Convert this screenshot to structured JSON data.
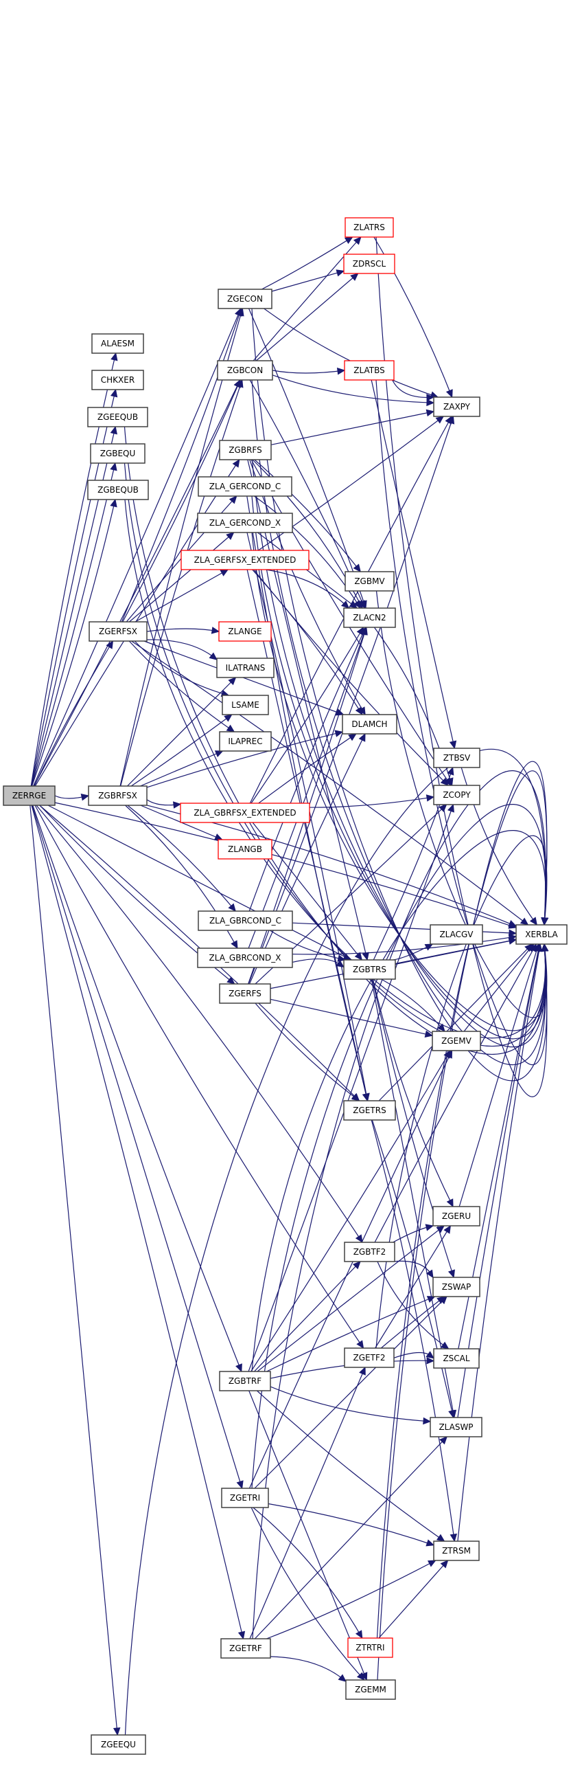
{
  "graph": {
    "title": "ZERRGE call graph",
    "colors": {
      "edge": "#191970",
      "node_border": "#404040",
      "incomplete_border": "#ff0000",
      "root_fill": "#bfbfbf"
    },
    "nodes": [
      {
        "id": "ZERRGE",
        "label": "ZERRGE",
        "root": true
      },
      {
        "id": "ALAESM",
        "label": "ALAESM"
      },
      {
        "id": "CHKXER",
        "label": "CHKXER"
      },
      {
        "id": "ZGEEQUB",
        "label": "ZGEEQUB"
      },
      {
        "id": "ZGBEQU",
        "label": "ZGBEQU"
      },
      {
        "id": "ZGBEQUB",
        "label": "ZGBEQUB"
      },
      {
        "id": "ZGERFSX",
        "label": "ZGERFSX"
      },
      {
        "id": "ZGBRFSX",
        "label": "ZGBRFSX"
      },
      {
        "id": "ZGEEQU",
        "label": "ZGEEQU"
      },
      {
        "id": "ZGECON",
        "label": "ZGECON"
      },
      {
        "id": "ZGBCON",
        "label": "ZGBCON"
      },
      {
        "id": "ZGBRFS",
        "label": "ZGBRFS"
      },
      {
        "id": "ZLA_GERCOND_C",
        "label": "ZLA_GERCOND_C"
      },
      {
        "id": "ZLA_GERCOND_X",
        "label": "ZLA_GERCOND_X"
      },
      {
        "id": "ZLA_GERFSX_EXTENDED",
        "label": "ZLA_GERFSX_EXTENDED",
        "incomplete": true
      },
      {
        "id": "ZLANGE",
        "label": "ZLANGE",
        "incomplete": true
      },
      {
        "id": "ILATRANS",
        "label": "ILATRANS"
      },
      {
        "id": "LSAME",
        "label": "LSAME"
      },
      {
        "id": "ILAPREC",
        "label": "ILAPREC"
      },
      {
        "id": "ZLA_GBRFSX_EXTENDED",
        "label": "ZLA_GBRFSX_EXTENDED",
        "incomplete": true
      },
      {
        "id": "ZLANGB",
        "label": "ZLANGB",
        "incomplete": true
      },
      {
        "id": "ZLA_GBRCOND_C",
        "label": "ZLA_GBRCOND_C"
      },
      {
        "id": "ZLA_GBRCOND_X",
        "label": "ZLA_GBRCOND_X"
      },
      {
        "id": "ZGERFS",
        "label": "ZGERFS"
      },
      {
        "id": "ZGBTRF",
        "label": "ZGBTRF"
      },
      {
        "id": "ZGETRI",
        "label": "ZGETRI"
      },
      {
        "id": "ZGETRF",
        "label": "ZGETRF"
      },
      {
        "id": "ZLATRS",
        "label": "ZLATRS",
        "incomplete": true
      },
      {
        "id": "ZDRSCL",
        "label": "ZDRSCL",
        "incomplete": true
      },
      {
        "id": "ZLATBS",
        "label": "ZLATBS",
        "incomplete": true
      },
      {
        "id": "ZGBMV",
        "label": "ZGBMV"
      },
      {
        "id": "ZLACN2",
        "label": "ZLACN2"
      },
      {
        "id": "DLAMCH",
        "label": "DLAMCH"
      },
      {
        "id": "ZGBTRS",
        "label": "ZGBTRS"
      },
      {
        "id": "ZGETRS",
        "label": "ZGETRS"
      },
      {
        "id": "ZGBTF2",
        "label": "ZGBTF2"
      },
      {
        "id": "ZGETF2",
        "label": "ZGETF2"
      },
      {
        "id": "ZTRTRI",
        "label": "ZTRTRI",
        "incomplete": true
      },
      {
        "id": "ZGEMM",
        "label": "ZGEMM"
      },
      {
        "id": "ZAXPY",
        "label": "ZAXPY"
      },
      {
        "id": "ZTBSV",
        "label": "ZTBSV"
      },
      {
        "id": "ZCOPY",
        "label": "ZCOPY"
      },
      {
        "id": "ZLACGV",
        "label": "ZLACGV"
      },
      {
        "id": "ZGEMV",
        "label": "ZGEMV"
      },
      {
        "id": "ZGERU",
        "label": "ZGERU"
      },
      {
        "id": "ZSWAP",
        "label": "ZSWAP"
      },
      {
        "id": "ZSCAL",
        "label": "ZSCAL"
      },
      {
        "id": "ZLASWP",
        "label": "ZLASWP"
      },
      {
        "id": "ZTRSM",
        "label": "ZTRSM"
      },
      {
        "id": "XERBLA",
        "label": "XERBLA"
      }
    ],
    "edges": [
      [
        "ZERRGE",
        "ALAESM"
      ],
      [
        "ZERRGE",
        "CHKXER"
      ],
      [
        "ZERRGE",
        "ZGEEQUB"
      ],
      [
        "ZERRGE",
        "ZGBEQU"
      ],
      [
        "ZERRGE",
        "ZGBEQUB"
      ],
      [
        "ZERRGE",
        "ZGERFSX"
      ],
      [
        "ZERRGE",
        "ZGBRFSX"
      ],
      [
        "ZERRGE",
        "ZGEEQU"
      ],
      [
        "ZERRGE",
        "ZGECON"
      ],
      [
        "ZERRGE",
        "ZGBCON"
      ],
      [
        "ZERRGE",
        "ZGBRFS"
      ],
      [
        "ZERRGE",
        "ZGERFS"
      ],
      [
        "ZERRGE",
        "ZGBTRS"
      ],
      [
        "ZERRGE",
        "ZGETRS"
      ],
      [
        "ZERRGE",
        "ZGBTF2"
      ],
      [
        "ZERRGE",
        "ZGETF2"
      ],
      [
        "ZERRGE",
        "ZGBTRF"
      ],
      [
        "ZERRGE",
        "ZGETRI"
      ],
      [
        "ZERRGE",
        "ZGETRF"
      ],
      [
        "ZERRGE",
        "XERBLA"
      ],
      [
        "ZGEEQUB",
        "XERBLA"
      ],
      [
        "ZGBEQU",
        "XERBLA"
      ],
      [
        "ZGBEQUB",
        "XERBLA"
      ],
      [
        "ZGEEQU",
        "XERBLA"
      ],
      [
        "ZGERFSX",
        "ZGECON"
      ],
      [
        "ZGERFSX",
        "ZLA_GERCOND_C"
      ],
      [
        "ZGERFSX",
        "ZLA_GERCOND_X"
      ],
      [
        "ZGERFSX",
        "ZLA_GERFSX_EXTENDED"
      ],
      [
        "ZGERFSX",
        "ZLANGE"
      ],
      [
        "ZGERFSX",
        "ILATRANS"
      ],
      [
        "ZGERFSX",
        "LSAME"
      ],
      [
        "ZGERFSX",
        "ILAPREC"
      ],
      [
        "ZGERFSX",
        "DLAMCH"
      ],
      [
        "ZGERFSX",
        "XERBLA"
      ],
      [
        "ZGERFSX",
        "ZGBCON"
      ],
      [
        "ZGBRFSX",
        "ZGBCON"
      ],
      [
        "ZGBRFSX",
        "ZLA_GBRFSX_EXTENDED"
      ],
      [
        "ZGBRFSX",
        "ZLANGB"
      ],
      [
        "ZGBRFSX",
        "ZLA_GBRCOND_C"
      ],
      [
        "ZGBRFSX",
        "ZLA_GBRCOND_X"
      ],
      [
        "ZGBRFSX",
        "ILATRANS"
      ],
      [
        "ZGBRFSX",
        "LSAME"
      ],
      [
        "ZGBRFSX",
        "ILAPREC"
      ],
      [
        "ZGBRFSX",
        "DLAMCH"
      ],
      [
        "ZGBRFSX",
        "XERBLA"
      ],
      [
        "ZGBRFSX",
        "ZGECON"
      ],
      [
        "ZGECON",
        "ZLATRS"
      ],
      [
        "ZGECON",
        "ZDRSCL"
      ],
      [
        "ZGECON",
        "ZLACN2"
      ],
      [
        "ZGECON",
        "XERBLA"
      ],
      [
        "ZGECON",
        "ZAXPY"
      ],
      [
        "ZGBCON",
        "ZLATBS"
      ],
      [
        "ZGBCON",
        "ZDRSCL"
      ],
      [
        "ZGBCON",
        "ZLACN2"
      ],
      [
        "ZGBCON",
        "XERBLA"
      ],
      [
        "ZGBCON",
        "ZAXPY"
      ],
      [
        "ZGBCON",
        "ZLATRS"
      ],
      [
        "ZGBRFS",
        "ZAXPY"
      ],
      [
        "ZGBRFS",
        "ZGBMV"
      ],
      [
        "ZGBRFS",
        "ZLACN2"
      ],
      [
        "ZGBRFS",
        "DLAMCH"
      ],
      [
        "ZGBRFS",
        "ZCOPY"
      ],
      [
        "ZGBRFS",
        "ZGBTRS"
      ],
      [
        "ZGBRFS",
        "XERBLA"
      ],
      [
        "ZLA_GERCOND_C",
        "ZLACN2"
      ],
      [
        "ZLA_GERCOND_C",
        "ZGETRS"
      ],
      [
        "ZLA_GERCOND_C",
        "XERBLA"
      ],
      [
        "ZLA_GERCOND_X",
        "ZLACN2"
      ],
      [
        "ZLA_GERCOND_X",
        "ZGETRS"
      ],
      [
        "ZLA_GERCOND_X",
        "XERBLA"
      ],
      [
        "ZLA_GERFSX_EXTENDED",
        "ZAXPY"
      ],
      [
        "ZLA_GERFSX_EXTENDED",
        "ZCOPY"
      ],
      [
        "ZLA_GERFSX_EXTENDED",
        "ZGETRS"
      ],
      [
        "ZLA_GERFSX_EXTENDED",
        "DLAMCH"
      ],
      [
        "ZLA_GERFSX_EXTENDED",
        "ZLACN2"
      ],
      [
        "ZLA_GBRFSX_EXTENDED",
        "ZAXPY"
      ],
      [
        "ZLA_GBRFSX_EXTENDED",
        "ZCOPY"
      ],
      [
        "ZLA_GBRFSX_EXTENDED",
        "ZGBTRS"
      ],
      [
        "ZLA_GBRFSX_EXTENDED",
        "DLAMCH"
      ],
      [
        "ZLA_GBRFSX_EXTENDED",
        "ZLACN2"
      ],
      [
        "ZLA_GBRCOND_C",
        "ZLACN2"
      ],
      [
        "ZLA_GBRCOND_C",
        "ZGBTRS"
      ],
      [
        "ZLA_GBRCOND_C",
        "XERBLA"
      ],
      [
        "ZLA_GBRCOND_X",
        "ZLACN2"
      ],
      [
        "ZLA_GBRCOND_X",
        "ZGBTRS"
      ],
      [
        "ZLA_GBRCOND_X",
        "XERBLA"
      ],
      [
        "ZGERFS",
        "ZGETRS"
      ],
      [
        "ZGERFS",
        "ZGEMV"
      ],
      [
        "ZGERFS",
        "ZLACN2"
      ],
      [
        "ZGERFS",
        "ZAXPY"
      ],
      [
        "ZGERFS",
        "ZCOPY"
      ],
      [
        "ZGERFS",
        "DLAMCH"
      ],
      [
        "ZGERFS",
        "XERBLA"
      ],
      [
        "ZLATRS",
        "ZAXPY"
      ],
      [
        "ZLATRS",
        "XERBLA"
      ],
      [
        "ZLATBS",
        "ZAXPY"
      ],
      [
        "ZLATBS",
        "XERBLA"
      ],
      [
        "ZLATBS",
        "ZTBSV"
      ],
      [
        "ZGBMV",
        "XERBLA"
      ],
      [
        "ZLACN2",
        "ZCOPY"
      ],
      [
        "ZTBSV",
        "XERBLA"
      ],
      [
        "ZGBTRS",
        "ZLACGV"
      ],
      [
        "ZGBTRS",
        "XERBLA"
      ],
      [
        "ZGBTRS",
        "ZGEMV"
      ],
      [
        "ZGBTRS",
        "ZTBSV"
      ],
      [
        "ZGBTRS",
        "ZGERU"
      ],
      [
        "ZGBTRS",
        "ZSWAP"
      ],
      [
        "ZGBTRS",
        "ZLASWP"
      ],
      [
        "ZGETRS",
        "ZLASWP"
      ],
      [
        "ZGETRS",
        "ZTRSM"
      ],
      [
        "ZGETRS",
        "XERBLA"
      ],
      [
        "ZGEMV",
        "XERBLA"
      ],
      [
        "ZGERU",
        "XERBLA"
      ],
      [
        "ZGBTF2",
        "ZGERU"
      ],
      [
        "ZGBTF2",
        "ZSWAP"
      ],
      [
        "ZGBTF2",
        "ZSCAL"
      ],
      [
        "ZGBTF2",
        "XERBLA"
      ],
      [
        "ZGETF2",
        "ZGERU"
      ],
      [
        "ZGETF2",
        "ZSWAP"
      ],
      [
        "ZGETF2",
        "ZSCAL"
      ],
      [
        "ZGETF2",
        "XERBLA"
      ],
      [
        "ZGBTRF",
        "ZGBTF2"
      ],
      [
        "ZGBTRF",
        "ZGERU"
      ],
      [
        "ZGBTRF",
        "ZSWAP"
      ],
      [
        "ZGBTRF",
        "ZSCAL"
      ],
      [
        "ZGBTRF",
        "ZLASWP"
      ],
      [
        "ZGBTRF",
        "ZTRSM"
      ],
      [
        "ZGBTRF",
        "ZGEMM"
      ],
      [
        "ZGBTRF",
        "ZCOPY"
      ],
      [
        "ZGBTRF",
        "ZGEMV"
      ],
      [
        "ZGBTRF",
        "XERBLA"
      ],
      [
        "ZGETRI",
        "ZGEMV"
      ],
      [
        "ZGETRI",
        "ZSWAP"
      ],
      [
        "ZGETRI",
        "ZTRSM"
      ],
      [
        "ZGETRI",
        "ZTRTRI"
      ],
      [
        "ZGETRI",
        "ZGEMM"
      ],
      [
        "ZGETRI",
        "XERBLA"
      ],
      [
        "ZGETRF",
        "ZGETF2"
      ],
      [
        "ZGETRF",
        "ZLASWP"
      ],
      [
        "ZGETRF",
        "ZGEMM"
      ],
      [
        "ZGETRF",
        "ZTRSM"
      ],
      [
        "ZGETRF",
        "XERBLA"
      ],
      [
        "ZTRTRI",
        "ZTRSM"
      ],
      [
        "ZTRTRI",
        "XERBLA"
      ],
      [
        "ZGEMM",
        "XERBLA"
      ],
      [
        "ZTRSM",
        "XERBLA"
      ],
      [
        "ZLASWP",
        "XERBLA"
      ],
      [
        "ZSCAL",
        "XERBLA"
      ]
    ]
  }
}
